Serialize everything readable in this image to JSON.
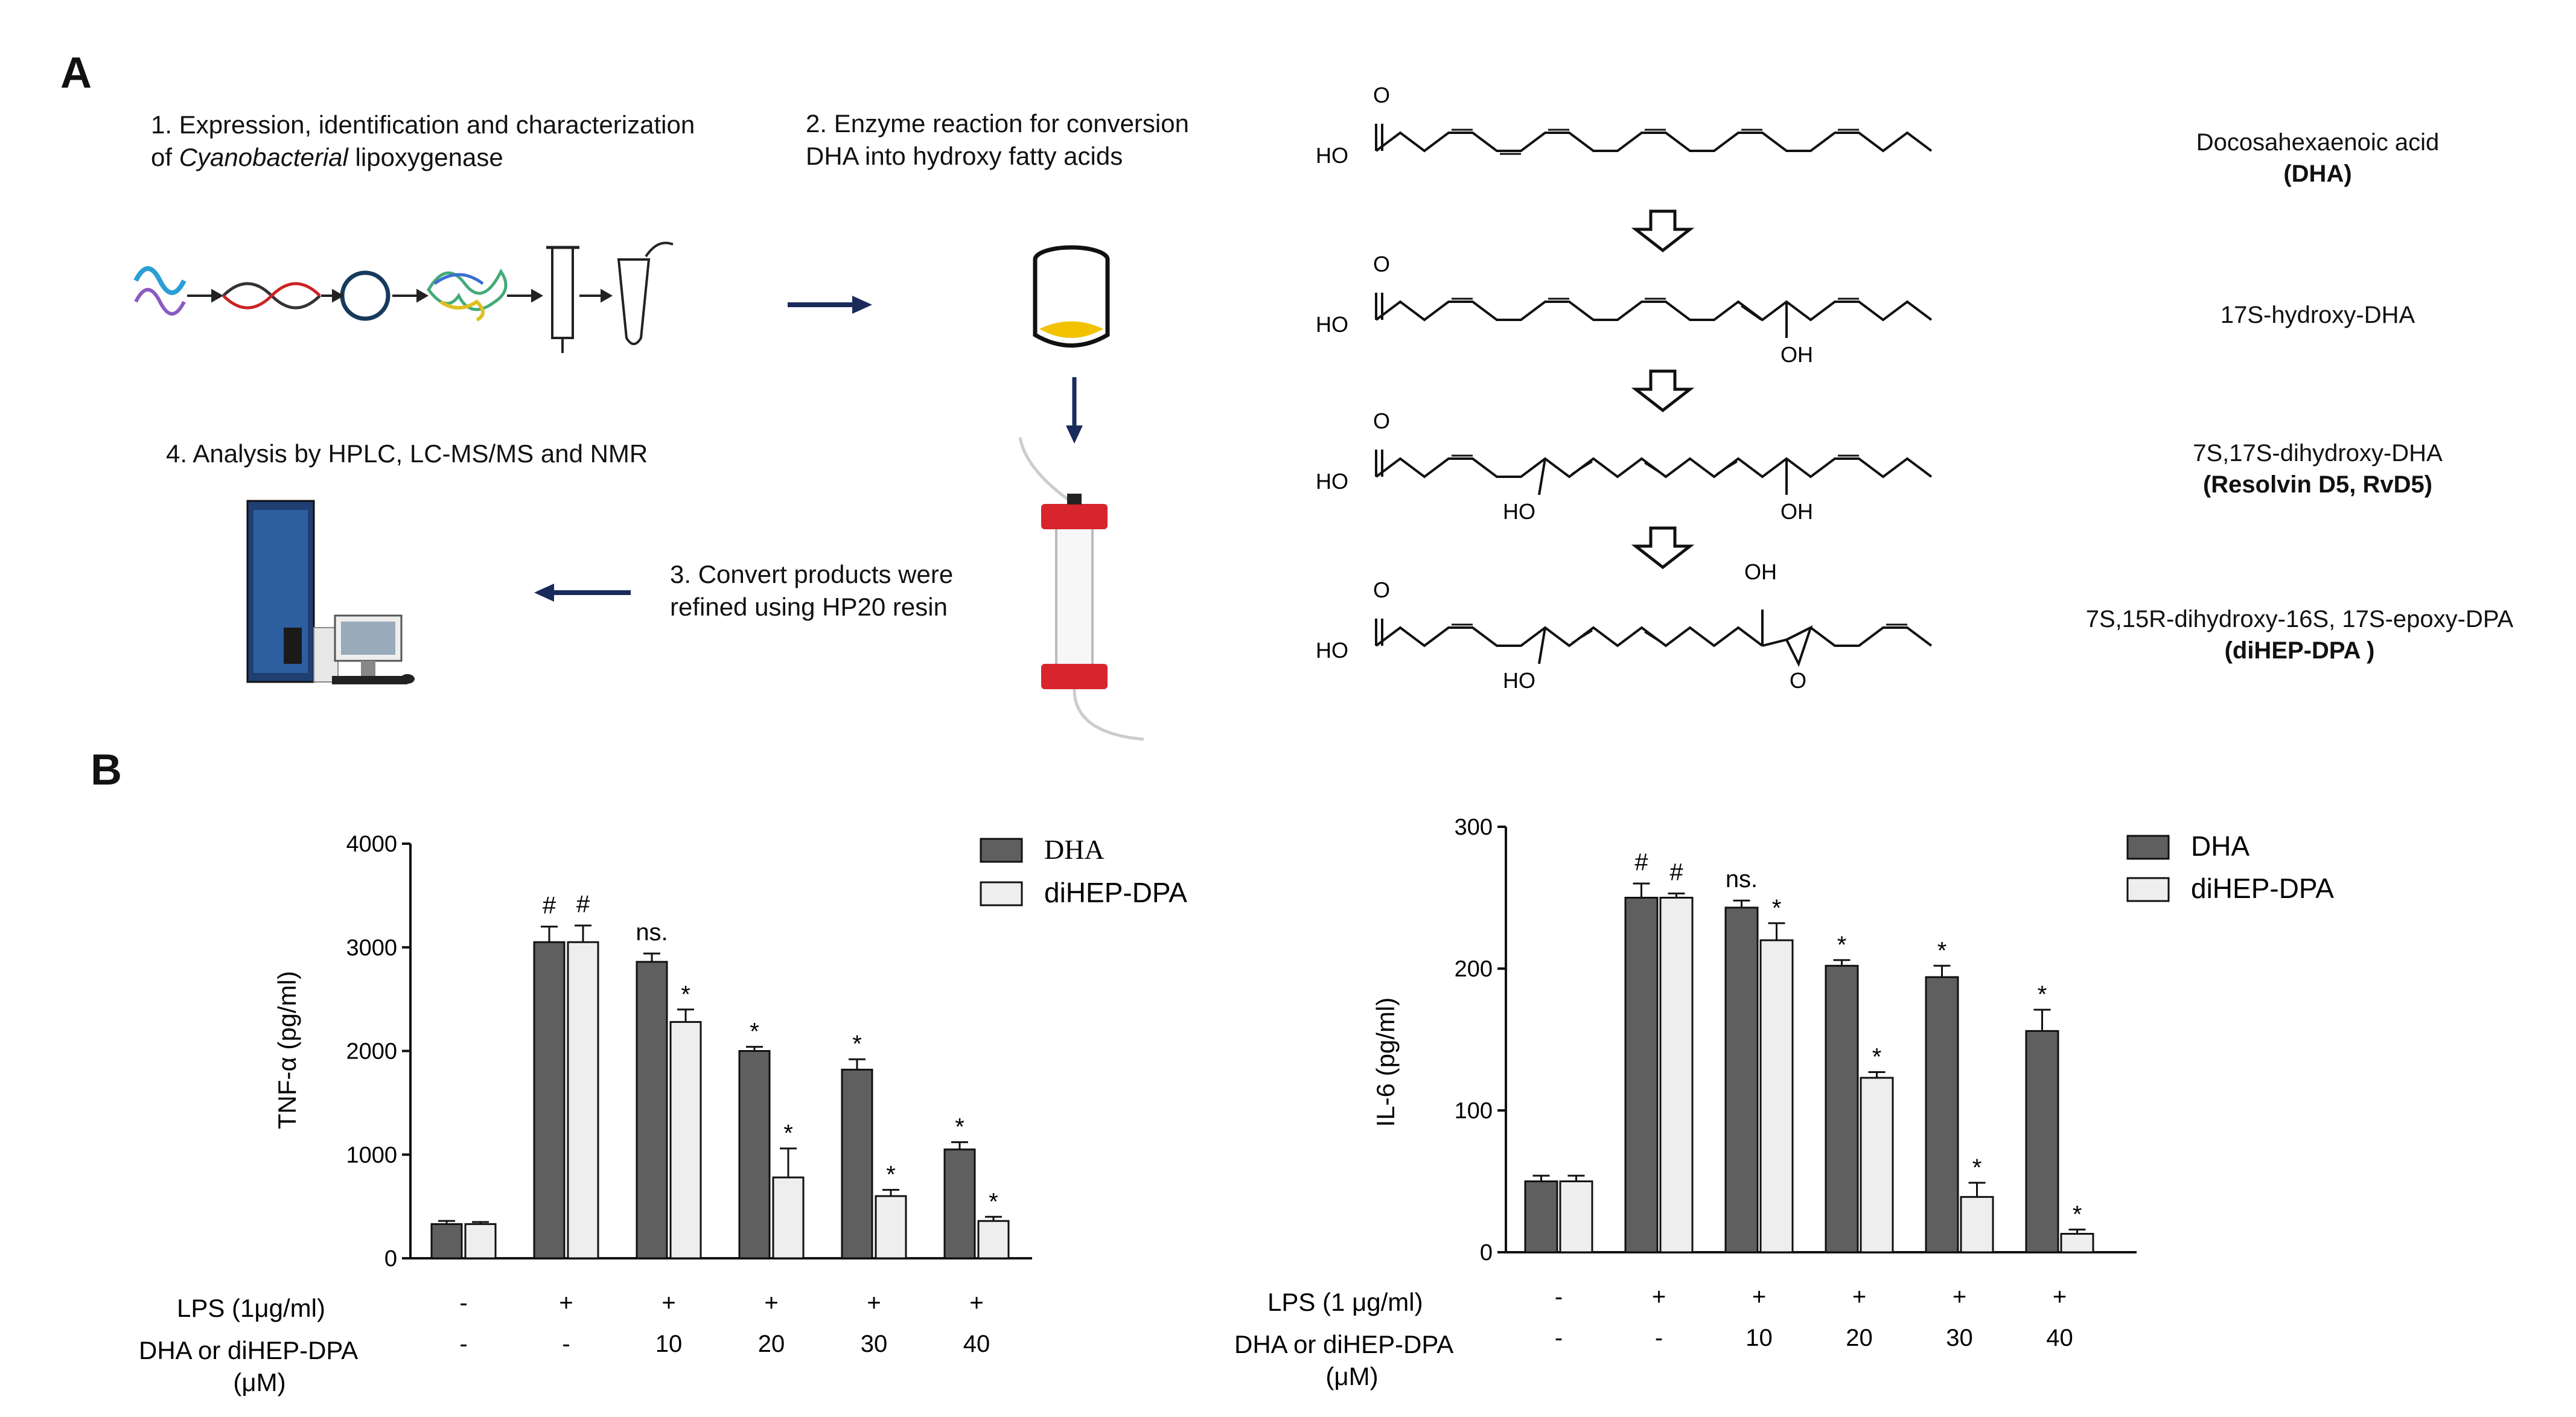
{
  "panel_a": {
    "letter": "A",
    "step1_line1": "1. Expression, identification and characterization",
    "step1_line2_pre": "of ",
    "step1_line2_italic": "Cyanobacterial",
    "step1_line2_post": " lipoxygenase",
    "step2_line1": "2. Enzyme reaction for  conversion",
    "step2_line2": "DHA into hydroxy fatty acids",
    "step3_line1": "3. Convert products were",
    "step3_line2": "refined using HP20 resin",
    "step4": "4. Analysis by HPLC, LC-MS/MS and NMR",
    "molecules": [
      {
        "name": "Docosahexaenoic acid",
        "bold": "(DHA)"
      },
      {
        "name": "17S-hydroxy-DHA",
        "bold": ""
      },
      {
        "name": "7S,17S-dihydroxy-DHA",
        "bold": "(Resolvin D5, RvD5)"
      },
      {
        "name": "7S,15R-dihydroxy-16S, 17S-epoxy-DPA",
        "bold": "(diHEP-DPA )"
      }
    ],
    "atoms": {
      "o": "O",
      "ho": "HO",
      "oh": "OH"
    }
  },
  "panel_b": {
    "letter": "B"
  },
  "colors": {
    "dha": "#5f5f5f",
    "dihep": "#eeeeee",
    "accent_navy": "#1a2a5a",
    "resin_red": "#d8242c"
  },
  "chart_data": [
    {
      "type": "bar",
      "ylabel": "TNF-α (pg/ml)",
      "ylim": [
        0,
        4000
      ],
      "yticks": [
        0,
        1000,
        2000,
        3000,
        4000
      ],
      "legend": [
        "DHA",
        "diHEP-DPA"
      ],
      "legend_position": "top-right",
      "row1_label": "LPS (1μg/ml)",
      "row1": [
        "-",
        "+",
        "+",
        "+",
        "+",
        "+"
      ],
      "row2_label_line1": "DHA or diHEP-DPA",
      "row2_label_line2": "(μM)",
      "row2": [
        "-",
        "-",
        "10",
        "20",
        "30",
        "40"
      ],
      "series": [
        {
          "name": "DHA",
          "values": [
            330,
            3050,
            2860,
            2000,
            1820,
            1050
          ],
          "errors": [
            30,
            150,
            80,
            40,
            100,
            70
          ]
        },
        {
          "name": "diHEP-DPA",
          "values": [
            330,
            3050,
            2280,
            780,
            600,
            360
          ],
          "errors": [
            20,
            160,
            120,
            280,
            60,
            40
          ]
        }
      ],
      "annotations": [
        {
          "group": 1,
          "series": 0,
          "text": "#"
        },
        {
          "group": 1,
          "series": 1,
          "text": "#"
        },
        {
          "group": 2,
          "series": 0,
          "text": "ns."
        },
        {
          "group": 2,
          "series": 1,
          "text": "*"
        },
        {
          "group": 3,
          "series": 0,
          "text": "*"
        },
        {
          "group": 3,
          "series": 1,
          "text": "*"
        },
        {
          "group": 4,
          "series": 0,
          "text": "*"
        },
        {
          "group": 4,
          "series": 1,
          "text": "*"
        },
        {
          "group": 5,
          "series": 0,
          "text": "*"
        },
        {
          "group": 5,
          "series": 1,
          "text": "*"
        }
      ]
    },
    {
      "type": "bar",
      "ylabel": "IL-6 (pg/ml)",
      "ylim": [
        0,
        300
      ],
      "yticks": [
        0,
        100,
        200,
        300
      ],
      "legend": [
        "DHA",
        "diHEP-DPA"
      ],
      "legend_position": "top-right",
      "row1_label": "LPS (1 μg/ml)",
      "row1": [
        "-",
        "+",
        "+",
        "+",
        "+",
        "+"
      ],
      "row2_label_line1": "DHA or diHEP-DPA",
      "row2_label_line2": "(μM)",
      "row2": [
        "-",
        "-",
        "10",
        "20",
        "30",
        "40"
      ],
      "series": [
        {
          "name": "DHA",
          "values": [
            50,
            250,
            243,
            202,
            194,
            156
          ],
          "errors": [
            4,
            10,
            5,
            4,
            8,
            15
          ]
        },
        {
          "name": "diHEP-DPA",
          "values": [
            50,
            250,
            220,
            123,
            39,
            13
          ],
          "errors": [
            4,
            3,
            12,
            4,
            10,
            3
          ]
        }
      ],
      "annotations": [
        {
          "group": 1,
          "series": 0,
          "text": "#"
        },
        {
          "group": 1,
          "series": 1,
          "text": "#"
        },
        {
          "group": 2,
          "series": 0,
          "text": "ns."
        },
        {
          "group": 2,
          "series": 1,
          "text": "*"
        },
        {
          "group": 3,
          "series": 0,
          "text": "*"
        },
        {
          "group": 3,
          "series": 1,
          "text": "*"
        },
        {
          "group": 4,
          "series": 0,
          "text": "*"
        },
        {
          "group": 4,
          "series": 1,
          "text": "*"
        },
        {
          "group": 5,
          "series": 0,
          "text": "*"
        },
        {
          "group": 5,
          "series": 1,
          "text": "*"
        }
      ]
    }
  ]
}
